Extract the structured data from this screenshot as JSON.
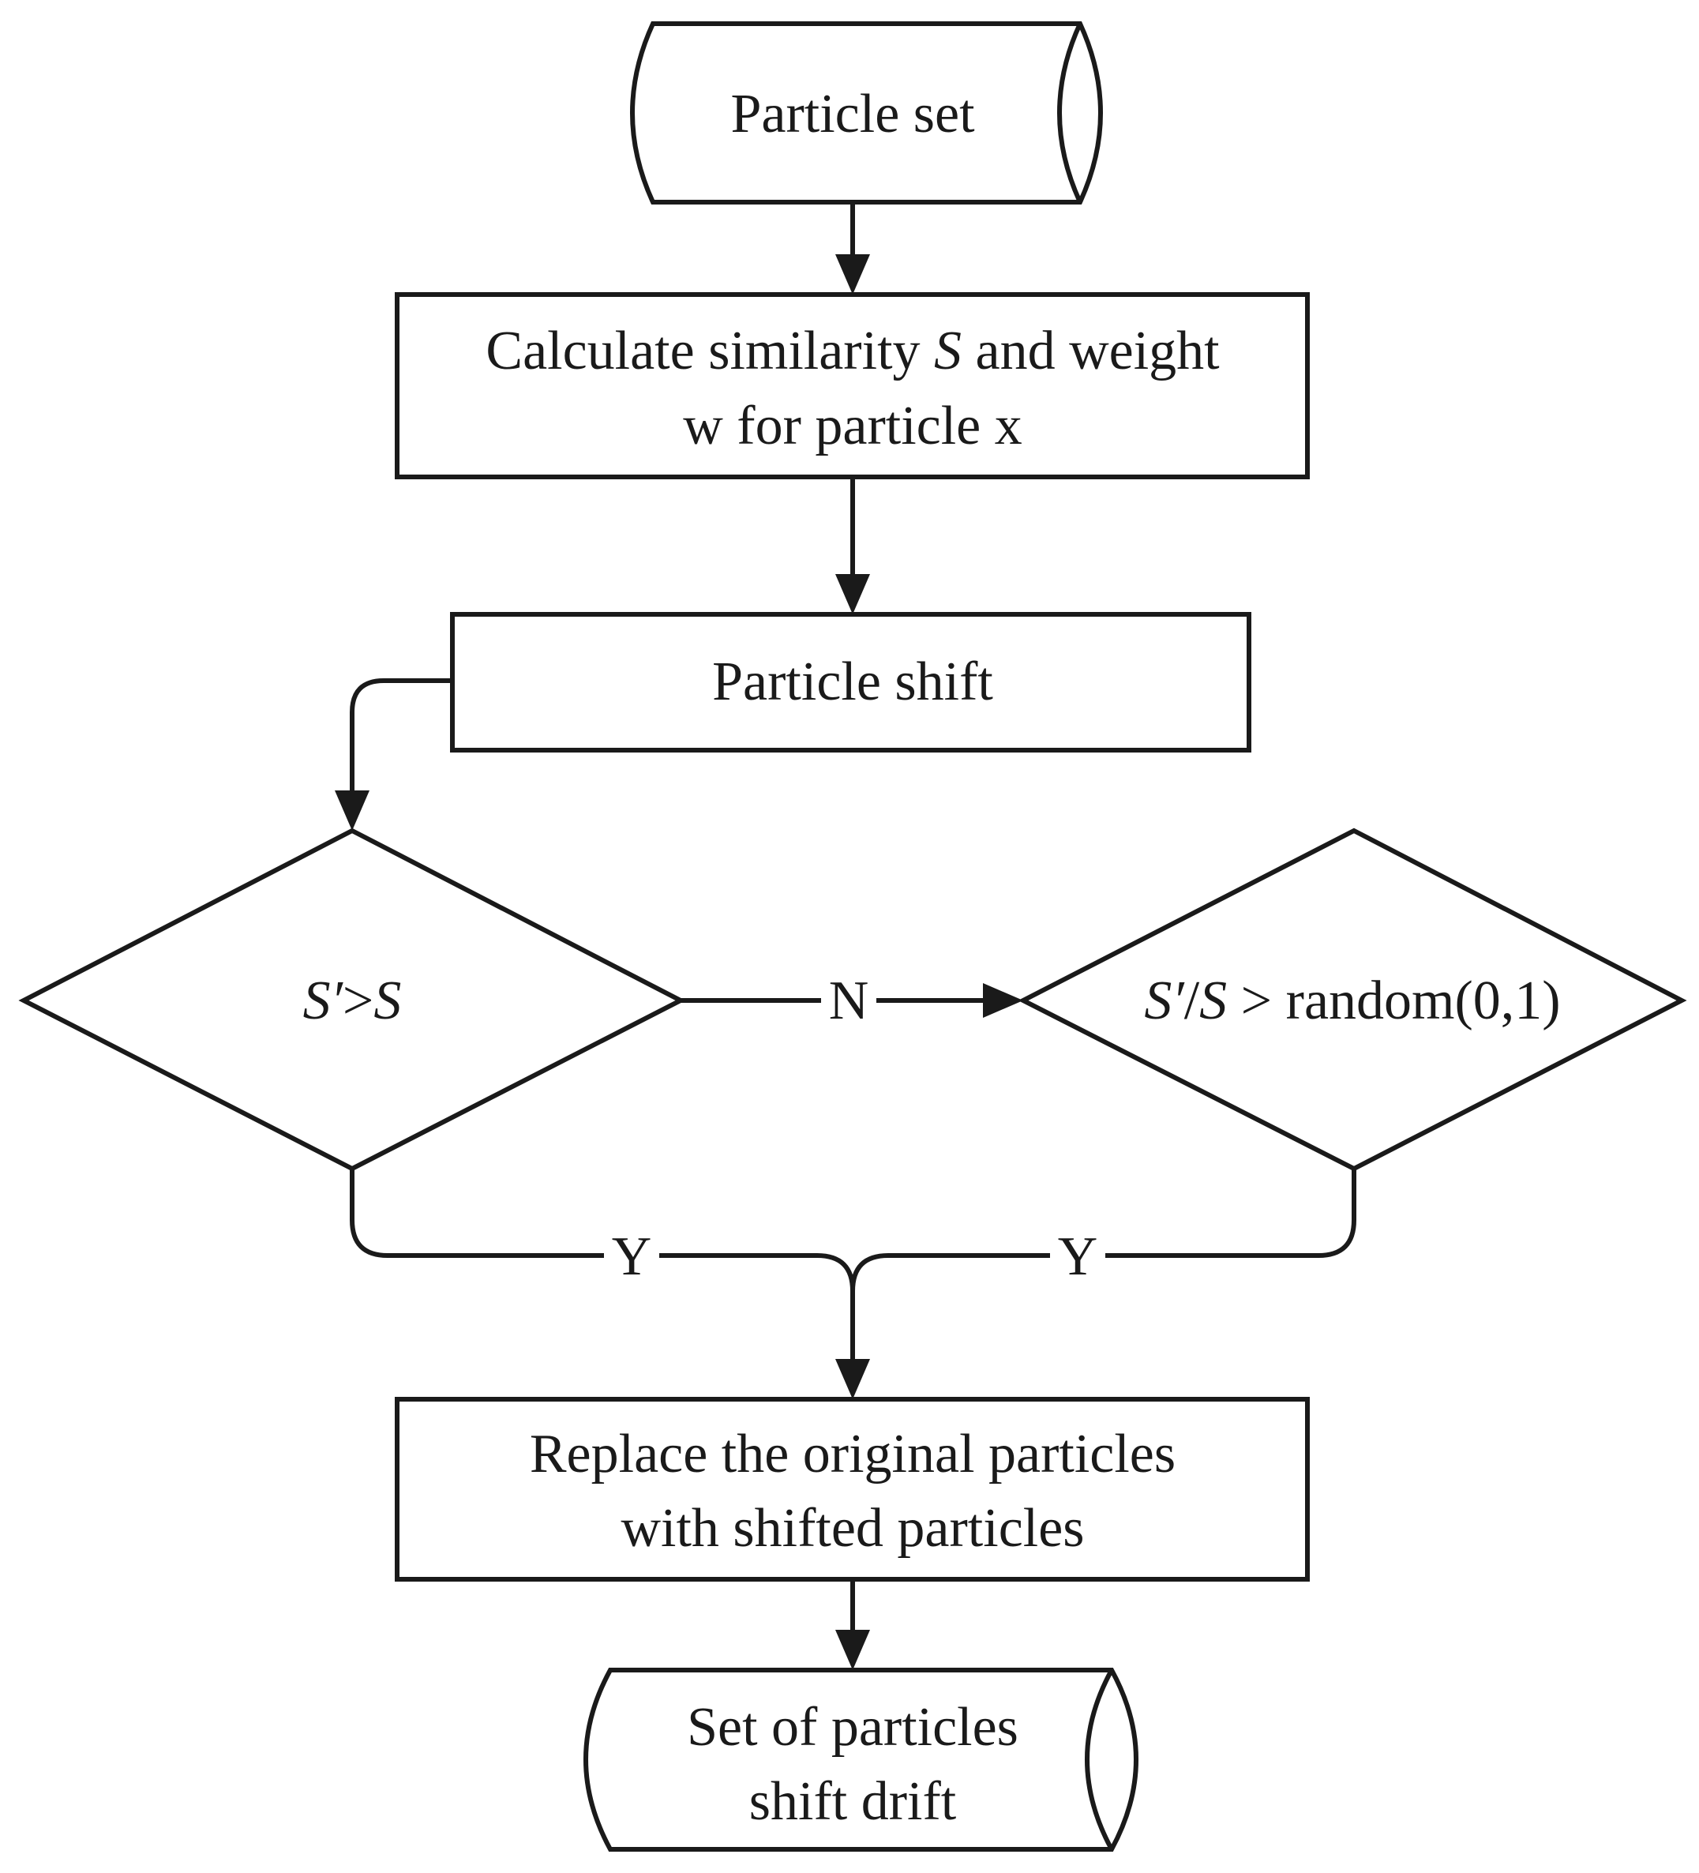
{
  "nodes": {
    "particle_set": {
      "label": "Particle set"
    },
    "calculate": {
      "line1_before": "Calculate similarity ",
      "line1_var": "S",
      "line1_after": " and weight",
      "line2": "w for particle x"
    },
    "shift": {
      "label": "Particle shift"
    },
    "decision1": {
      "var_a": "S′",
      "op": ">",
      "var_b": "S"
    },
    "decision2": {
      "var_a": "S′",
      "op": "/",
      "var_b": "S",
      "rest": " > random(0,1)"
    },
    "replace": {
      "line1": "Replace the original particles",
      "line2": "with shifted particles"
    },
    "output": {
      "line1": "Set of particles",
      "line2": "shift drift"
    }
  },
  "edges": {
    "no_label": "N",
    "yes_left_label": "Y",
    "yes_right_label": "Y"
  }
}
